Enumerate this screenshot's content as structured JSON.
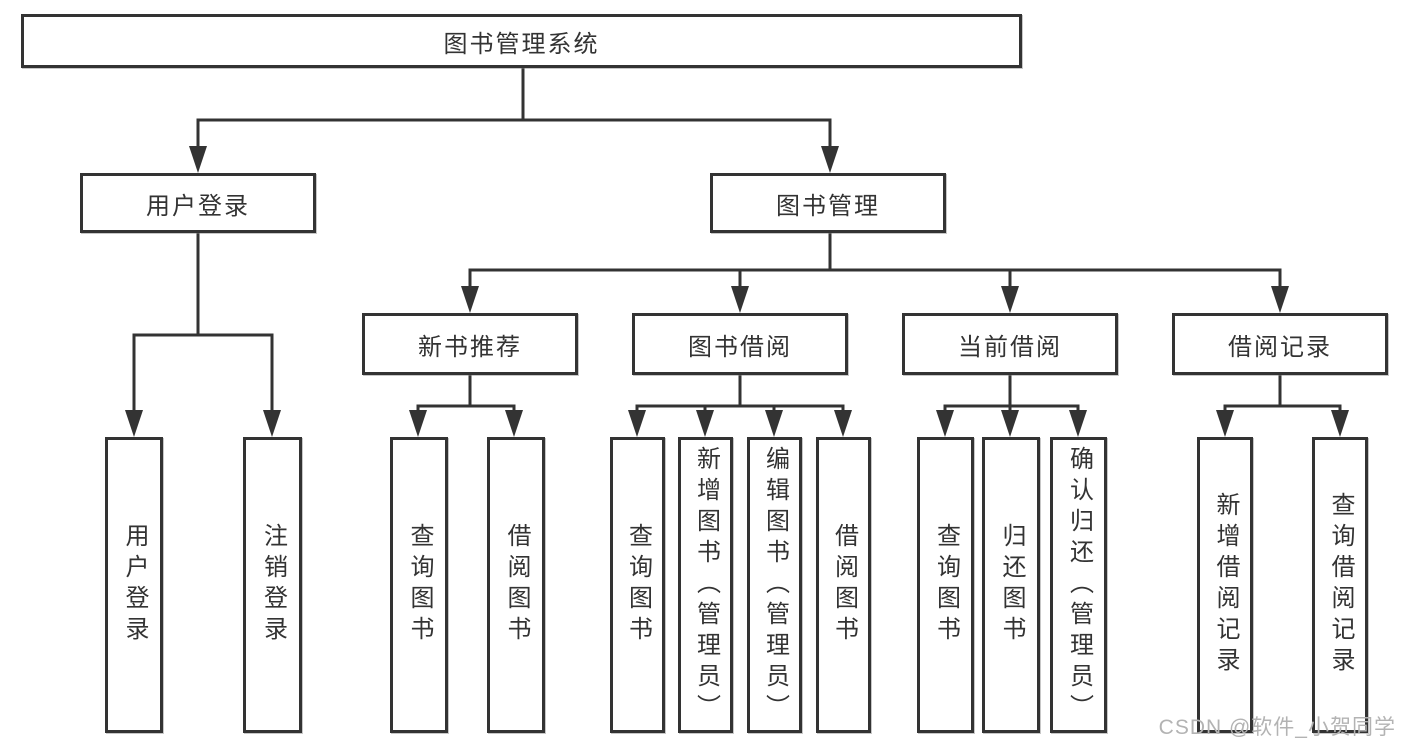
{
  "tree": {
    "root": "图书管理系统",
    "user_login": {
      "label": "用户登录",
      "children": [
        "用户登录",
        "注销登录"
      ]
    },
    "book_management": {
      "label": "图书管理",
      "new_book_recommendation": {
        "label": "新书推荐",
        "children": [
          "查询图书",
          "借阅图书"
        ]
      },
      "book_borrowing": {
        "label": "图书借阅",
        "children": [
          "查询图书",
          "新增图书（管理员）",
          "编辑图书（管理员）",
          "借阅图书"
        ]
      },
      "current_borrowing": {
        "label": "当前借阅",
        "children": [
          "查询图书",
          "归还图书",
          "确认归还（管理员）"
        ]
      },
      "borrowing_records": {
        "label": "借阅记录",
        "children": [
          "新增借阅记录",
          "查询借阅记录"
        ]
      }
    }
  },
  "watermark": "CSDN @软件_小贺同学",
  "colors": {
    "line": "#333333",
    "text": "#333333",
    "box_background": "#ffffff",
    "watermark": "#b3b3b3"
  }
}
